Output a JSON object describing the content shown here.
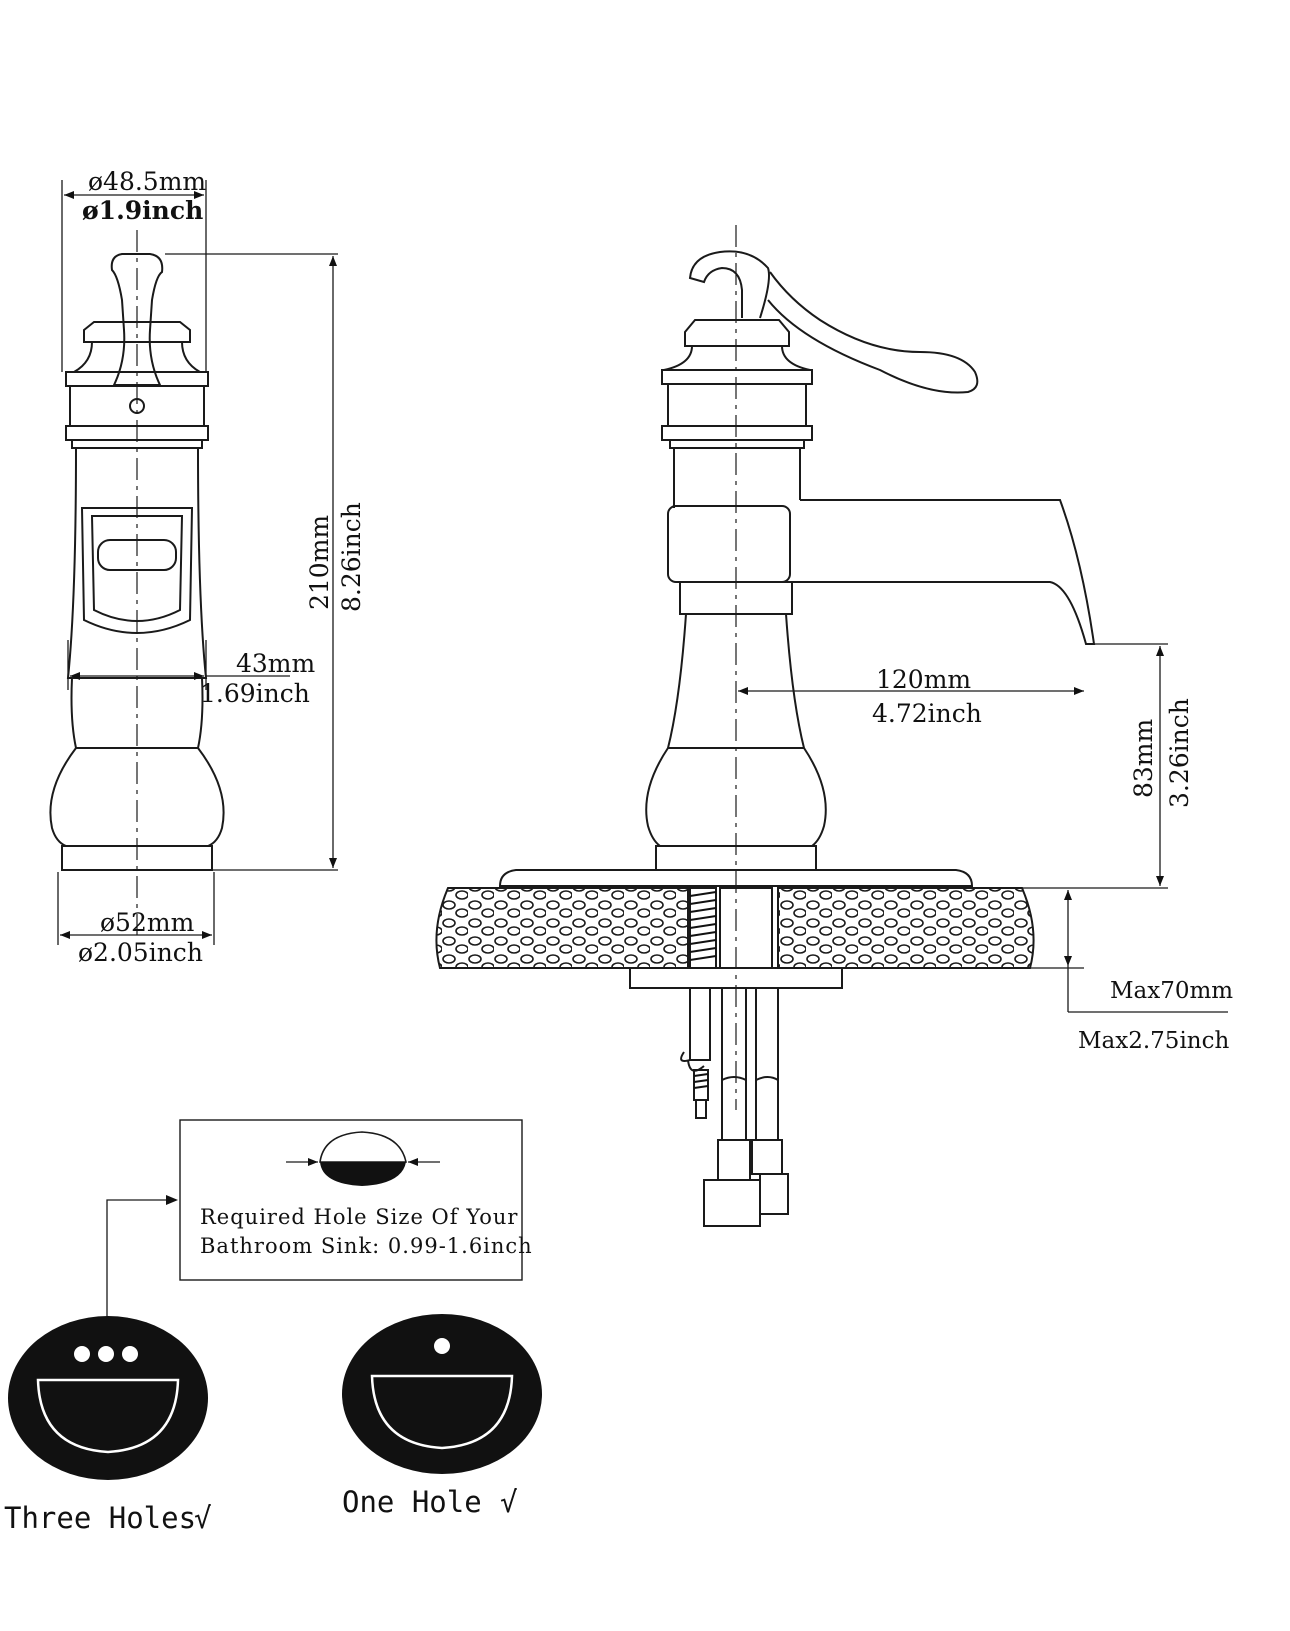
{
  "side_view": {
    "top_diameter_mm": "ø48.5mm",
    "top_diameter_inch": "ø1.9inch",
    "height_mm": "210mm",
    "height_inch": "8.26inch",
    "mid_width_mm": "43mm",
    "mid_width_inch": "1.69inch",
    "base_diameter_mm": "ø52mm",
    "base_diameter_inch": "ø2.05inch"
  },
  "front_view": {
    "spout_reach_mm": "120mm",
    "spout_reach_inch": "4.72inch",
    "spout_height_mm": "83mm",
    "spout_height_inch": "3.26inch",
    "deck_thickness_mm": "Max70mm",
    "deck_thickness_inch": "Max2.75inch"
  },
  "hole_note": {
    "line1": "Required Hole Size Of Your",
    "line2": "Bathroom Sink: 0.99-1.6inch"
  },
  "sinks": {
    "three_holes_label": "Three Holes",
    "one_hole_label": "One Hole",
    "check_mark": "√"
  },
  "colors": {
    "ink": "#111111",
    "background": "#ffffff"
  }
}
